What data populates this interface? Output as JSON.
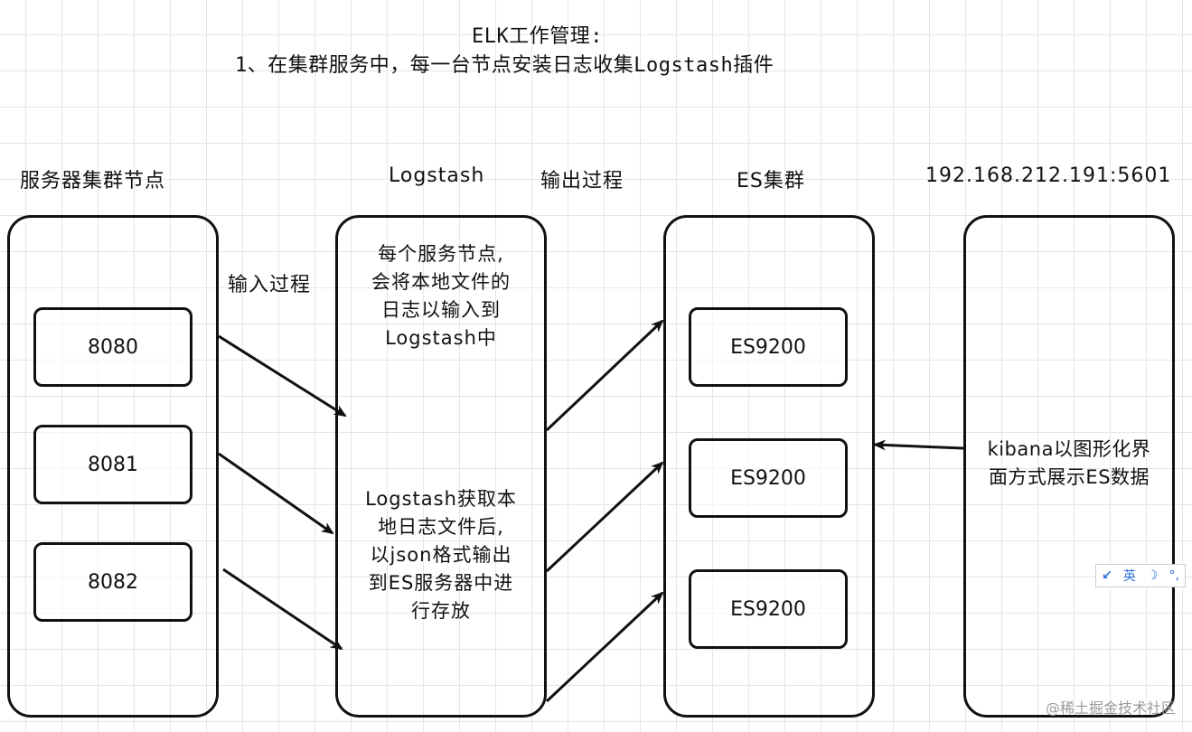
{
  "title": {
    "line1": "ELK工作管理:",
    "line2": "1、在集群服务中，每一台节点安装日志收集Logstash插件"
  },
  "headers": {
    "servers": "服务器集群节点",
    "logstash": "Logstash",
    "output": "输出过程",
    "es": "ES集群",
    "kibana": "192.168.212.191:5601"
  },
  "input_label": "输入过程",
  "server_nodes": [
    "8080",
    "8081",
    "8082"
  ],
  "logstash_notes": {
    "top": [
      "每个服务节点,",
      "会将本地文件的",
      "日志以输入到",
      "Logstash中"
    ],
    "bottom": [
      "Logstash获取本",
      "地日志文件后,",
      "以json格式输出",
      "到ES服务器中进",
      "行存放"
    ]
  },
  "es_nodes": [
    "ES9200",
    "ES9200",
    "ES9200"
  ],
  "kibana_note": [
    "kibana以图形化界",
    "面方式展示ES数据"
  ],
  "ime_toolbar": {
    "mode": "英"
  },
  "watermark": "@稀土掘金技术社区",
  "colors": {
    "stroke": "#111111",
    "grid": "#e6e6e6",
    "background": "#ffffff"
  }
}
